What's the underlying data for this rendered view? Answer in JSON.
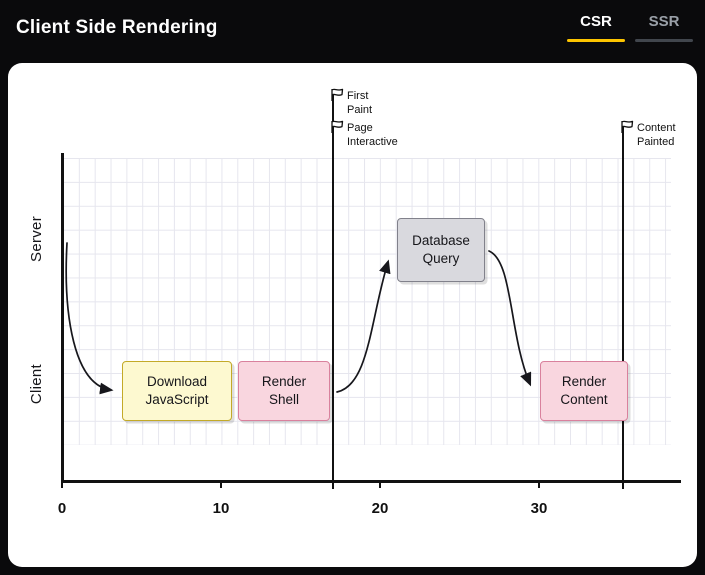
{
  "header": {
    "title": "Client Side Rendering",
    "tabs": [
      {
        "label": "CSR",
        "active": true
      },
      {
        "label": "SSR",
        "active": false
      }
    ],
    "accent_color": "#fdc500"
  },
  "chart_data": {
    "type": "gantt",
    "title": "Client Side Rendering timeline",
    "lanes": [
      "Server",
      "Client"
    ],
    "x_ticks": [
      "0",
      "10",
      "20",
      "30"
    ],
    "x_range": [
      0,
      36
    ],
    "grid": true,
    "tasks": [
      {
        "label": "Download JavaScript",
        "lane": "Client",
        "start": 4,
        "end": 10.5,
        "fill": "#fdf9d0",
        "border": "#c3aa28"
      },
      {
        "label": "Render Shell",
        "lane": "Client",
        "start": 11,
        "end": 17,
        "fill": "#f9d6df",
        "border": "#d9819d"
      },
      {
        "label": "Database Query",
        "lane": "Server",
        "start": 21,
        "end": 26,
        "fill": "#d9d9de",
        "border": "#81818b"
      },
      {
        "label": "Render Content",
        "lane": "Client",
        "start": 30,
        "end": 35,
        "fill": "#f9d6df",
        "border": "#d9819d"
      }
    ],
    "milestones": [
      {
        "label": "First Paint",
        "time": 17
      },
      {
        "label": "Page Interactive",
        "time": 17
      },
      {
        "label": "Content Painted",
        "time": 35
      }
    ],
    "arrows": [
      {
        "from": "timeline-start",
        "to": "Download JavaScript"
      },
      {
        "from": "Render Shell",
        "to": "Database Query"
      },
      {
        "from": "Database Query",
        "to": "Render Content"
      }
    ]
  }
}
